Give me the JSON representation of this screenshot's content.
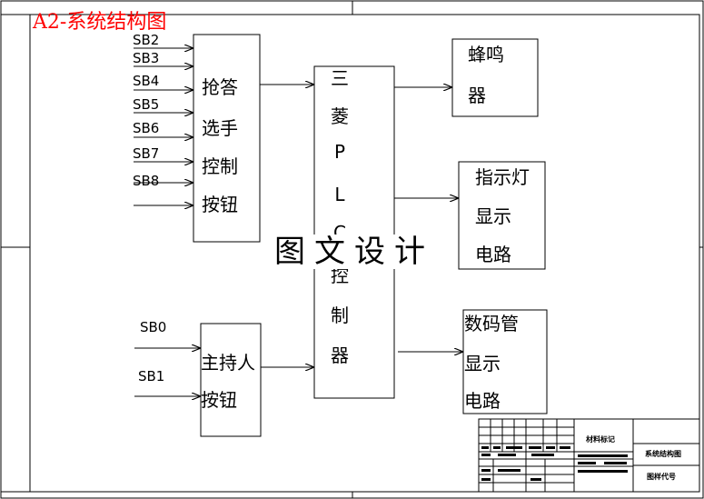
{
  "title": "A2-系统结构图",
  "watermark": "图文设计",
  "inputs_top": [
    "SB2",
    "SB3",
    "SB4",
    "SB5",
    "SB6",
    "SB7",
    "SB8"
  ],
  "inputs_bottom": [
    "SB0",
    "SB1"
  ],
  "blocks": {
    "contestant_buttons": [
      "抢答",
      "选手",
      "控制",
      "按钮"
    ],
    "host_buttons": [
      "主持人",
      "按钮"
    ],
    "plc": [
      "三",
      "菱",
      "P",
      "L",
      "C",
      "控",
      "制",
      "器"
    ],
    "buzzer": [
      "蜂鸣",
      "器"
    ],
    "indicator": [
      "指示灯",
      "显示",
      "电路"
    ],
    "digit_tube": [
      "数码管",
      "显示",
      "电路"
    ]
  },
  "title_block": {
    "material_mark": "材料标记",
    "drawing_name": "系统结构图",
    "drawing_code": "图样代号"
  },
  "colors": {
    "title": "#ff0000",
    "line": "#000000"
  }
}
